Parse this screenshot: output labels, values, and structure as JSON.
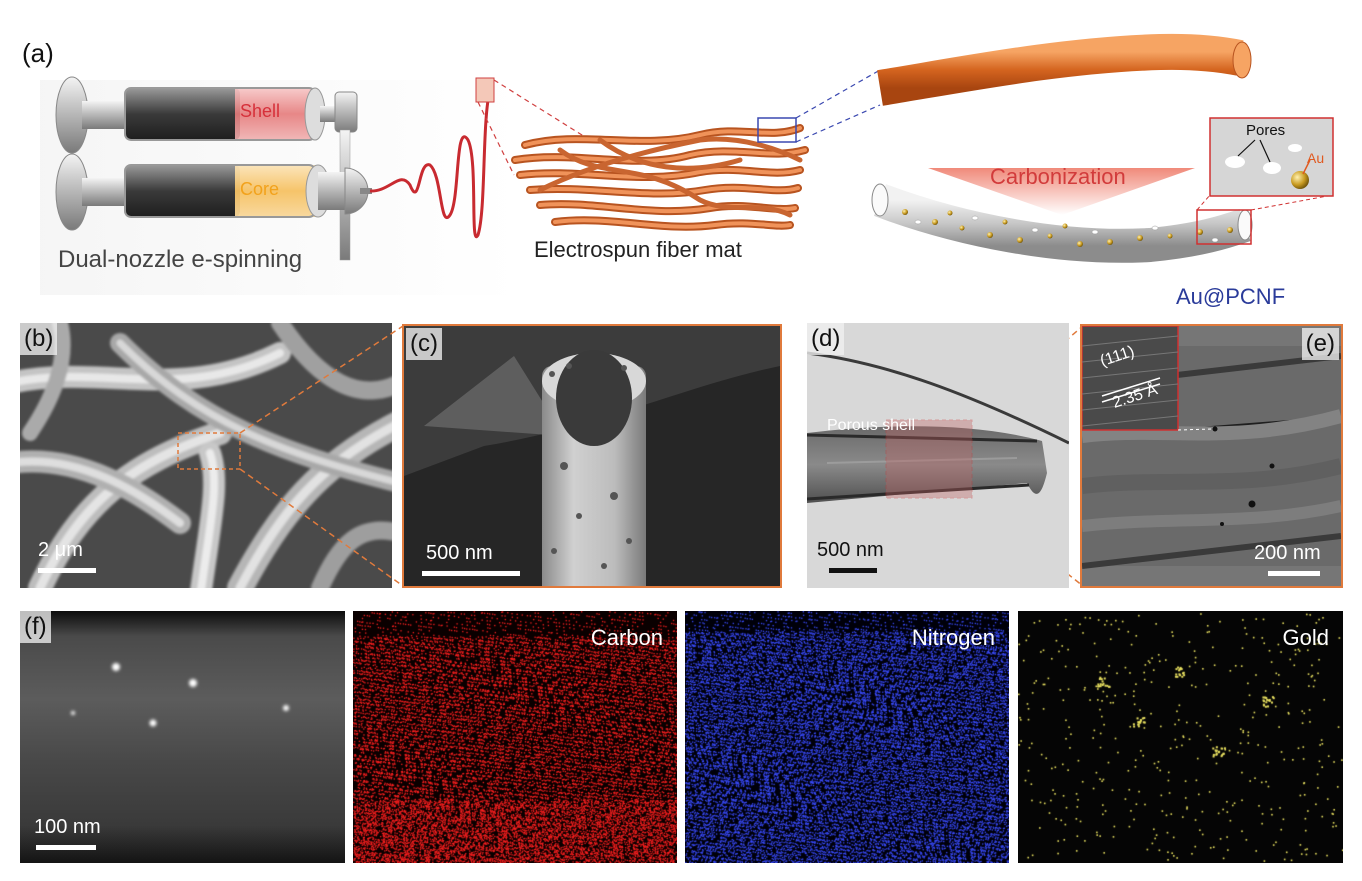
{
  "panels": {
    "a": {
      "label": "(a)",
      "syringe_shell_label": "Shell",
      "syringe_core_label": "Core",
      "caption_spinning": "Dual-nozzle e-spinning",
      "caption_mat": "Electrospun fiber mat",
      "carbonization_label": "Carbonization",
      "pores_label": "Pores",
      "au_label": "Au",
      "product_label": "Au@PCNF"
    },
    "b": {
      "label": "(b)",
      "scale_bar": "2 μm"
    },
    "c": {
      "label": "(c)",
      "scale_bar": "500 nm"
    },
    "d": {
      "label": "(d)",
      "scale_bar": "500 nm",
      "annotation": "Porous shell"
    },
    "e": {
      "label": "(e)",
      "scale_bar": "200 nm",
      "lattice_plane": "(111)",
      "lattice_spacing": "2.35 Å"
    },
    "f": {
      "label": "(f)",
      "scale_bar": "100 nm",
      "maps": [
        "Carbon",
        "Nitrogen",
        "Gold"
      ]
    }
  },
  "colors": {
    "shell": "#d6303a",
    "core": "#f2a21c",
    "fiber": "#d9692a",
    "carbonization": "#d23b3b",
    "product": "#2a3b9a",
    "frame": "#e07a3c",
    "carbon_map": "#ff2020",
    "nitrogen_map": "#3a4cff",
    "gold_map": "#e8e060"
  }
}
